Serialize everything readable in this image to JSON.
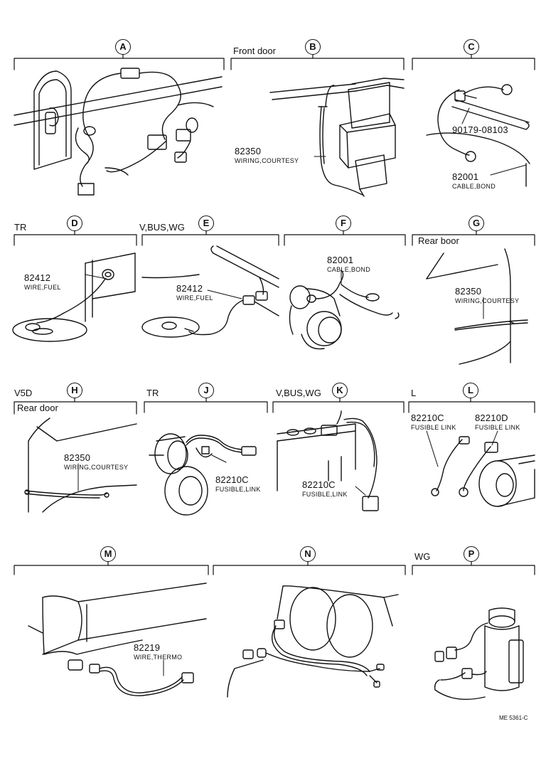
{
  "panels": {
    "A": {
      "letter": "A"
    },
    "B": {
      "letter": "B",
      "context": "Front door",
      "part_no": "82350",
      "part_name": "WIRING,COURTESY"
    },
    "C": {
      "letter": "C",
      "bolt_no": "90179-08103",
      "part_no": "82001",
      "part_name": "CABLE,BOND"
    },
    "D": {
      "letter": "D",
      "context": "TR",
      "part_no": "82412",
      "part_name": "WIRE,FUEL"
    },
    "E": {
      "letter": "E",
      "context": "V,BUS,WG",
      "part_no": "82412",
      "part_name": "WIRE,FUEL"
    },
    "F": {
      "letter": "F",
      "part_no": "82001",
      "part_name": "CABLE,BOND"
    },
    "G": {
      "letter": "G",
      "context": "Rear boor",
      "part_no": "82350",
      "part_name": "WIRING,COURTESY"
    },
    "H": {
      "letter": "H",
      "context": "V5D",
      "subcontext": "Rear door",
      "part_no": "82350",
      "part_name": "WIRING,COURTESY"
    },
    "J": {
      "letter": "J",
      "context": "TR",
      "part_no": "82210C",
      "part_name": "FUSIBLE,LINK"
    },
    "K": {
      "letter": "K",
      "context": "V,BUS,WG",
      "part_no": "82210C",
      "part_name": "FUSIBLE,LINK"
    },
    "L": {
      "letter": "L",
      "context": "L",
      "part_no_1": "82210C",
      "part_name_1": "FUSIBLE LINK",
      "part_no_2": "82210D",
      "part_name_2": "FUSIBLE LINK"
    },
    "M": {
      "letter": "M",
      "part_no": "82219",
      "part_name": "WIRE,THERMO"
    },
    "N": {
      "letter": "N"
    },
    "P": {
      "letter": "P",
      "context": "WG"
    }
  },
  "figure_code": "ME 5361-C"
}
